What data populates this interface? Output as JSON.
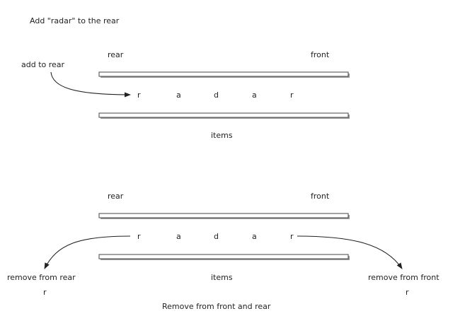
{
  "top_panel": {
    "title": "Add \"radar\" to the rear",
    "rear_label": "rear",
    "front_label": "front",
    "action_label": "add to rear",
    "items_label": "items",
    "chars": [
      "r",
      "a",
      "d",
      "a",
      "r"
    ]
  },
  "bottom_panel": {
    "rear_label": "rear",
    "front_label": "front",
    "items_label": "items",
    "chars": [
      "r",
      "a",
      "d",
      "a",
      "r"
    ],
    "remove_rear_label": "remove from rear",
    "remove_front_label": "remove from front",
    "removed_rear_char": "r",
    "removed_front_char": "r",
    "caption": "Remove from front and rear"
  },
  "colors": {
    "ink": "#222222",
    "rail_border": "#444444",
    "rail_shadow": "#9a9a9a"
  }
}
